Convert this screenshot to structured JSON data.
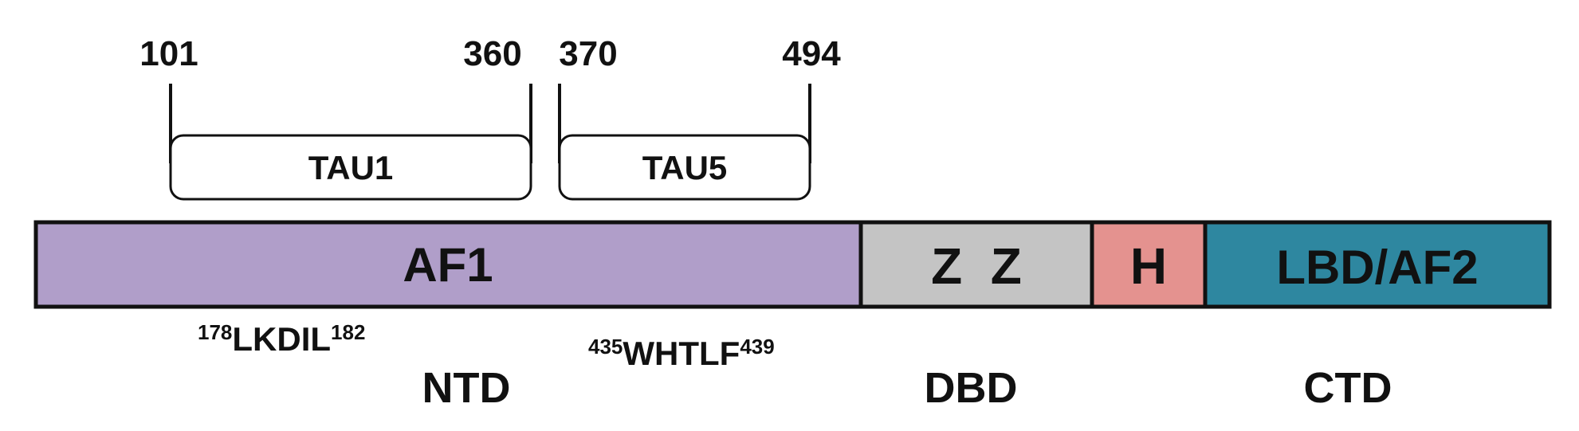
{
  "positions": {
    "tau1_start": "101",
    "tau1_end": "360",
    "tau5_start": "370",
    "tau5_end": "494"
  },
  "subdomains": {
    "tau1": "TAU1",
    "tau5": "TAU5"
  },
  "domains": {
    "af1": {
      "label": "AF1",
      "color": "#b09ec9"
    },
    "zinc": {
      "label": "Z  Z",
      "color": "#c4c4c4"
    },
    "hinge": {
      "label": "H",
      "color": "#e4928f"
    },
    "lbd": {
      "label": "LBD/AF2",
      "color": "#2e87a0"
    }
  },
  "motifs": {
    "m1": {
      "start": "178",
      "seq": "LKDIL",
      "end": "182"
    },
    "m2": {
      "start": "435",
      "seq": "WHTLF",
      "end": "439"
    }
  },
  "regions": {
    "ntd": "NTD",
    "dbd": "DBD",
    "ctd": "CTD"
  },
  "colors": {
    "outline": "#111111",
    "background": "#ffffff"
  }
}
